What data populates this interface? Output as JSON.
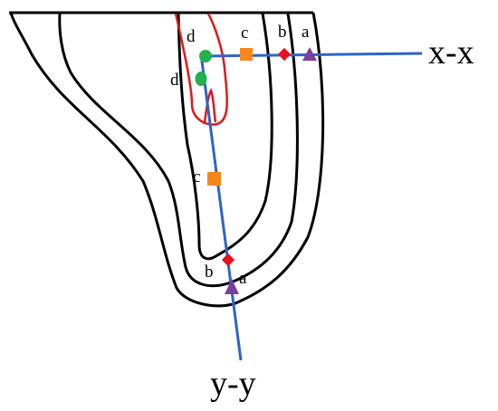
{
  "axes": {
    "horizontal_label": "x-x",
    "vertical_label": "y-y"
  },
  "markers": {
    "upper": [
      {
        "label": "d",
        "shape": "green-circle"
      },
      {
        "label": "c",
        "shape": "orange-square"
      },
      {
        "label": "b",
        "shape": "red-diamond"
      },
      {
        "label": "a",
        "shape": "purple-triangle"
      }
    ],
    "lower": [
      {
        "label": "d",
        "shape": "green-circle"
      },
      {
        "label": "c",
        "shape": "orange-square"
      },
      {
        "label": "b",
        "shape": "red-diamond"
      },
      {
        "label": "a",
        "shape": "purple-triangle"
      }
    ]
  },
  "colors": {
    "axis_line": "#2E64C8",
    "outline": "#000000",
    "red_region": "#E0191C",
    "d_marker": "#22B14C",
    "c_marker": "#F7861C",
    "b_marker": "#E8101A",
    "a_marker": "#7B3FA0"
  }
}
